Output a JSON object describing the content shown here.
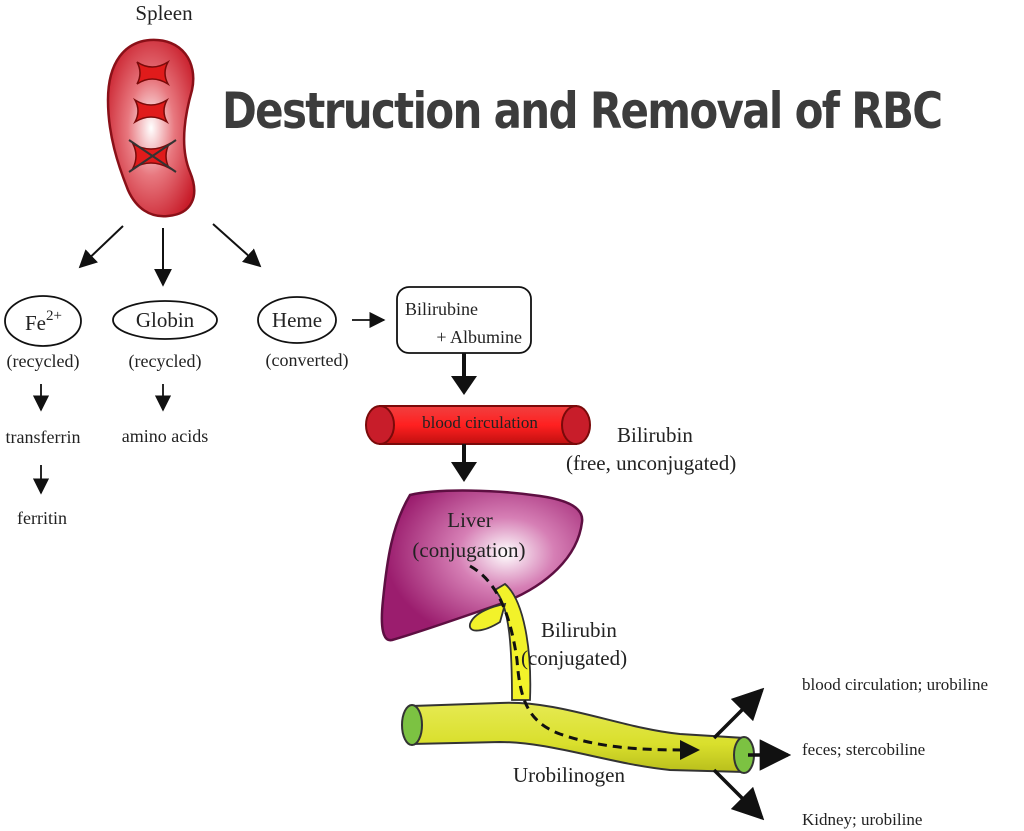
{
  "title": "Destruction and Removal of RBC",
  "spleen": {
    "label": "Spleen"
  },
  "products": {
    "iron": {
      "name": "Fe",
      "superscript": "2+",
      "status": "(recycled)",
      "step1": "transferrin",
      "step2": "ferritin"
    },
    "globin": {
      "name": "Globin",
      "status": "(recycled)",
      "step1": "amino acids"
    },
    "heme": {
      "name": "Heme",
      "status": "(converted)"
    }
  },
  "complex": {
    "line1": "Bilirubine",
    "line2": "+ Albumine"
  },
  "vessel": {
    "label": "blood circulation"
  },
  "free_bilirubin": {
    "line1": "Bilirubin",
    "line2": "(free, unconjugated)"
  },
  "liver": {
    "line1": "Liver",
    "line2": "(conjugation)"
  },
  "conjugated_bilirubin": {
    "line1": "Bilirubin",
    "line2": "(conjugated)"
  },
  "intestine": {
    "label": "Urobilinogen"
  },
  "outputs": {
    "blood": "blood circulation; urobiline",
    "feces": "feces; stercobiline",
    "kidney": "Kidney; urobiline"
  },
  "colors": {
    "spleen": "#c81d2a",
    "vessel": "#e21b1b",
    "liver": "#9b1d6e",
    "bile": "#f2f22a",
    "intestine": "#d9df2c",
    "intestine_end": "#7cc242"
  }
}
